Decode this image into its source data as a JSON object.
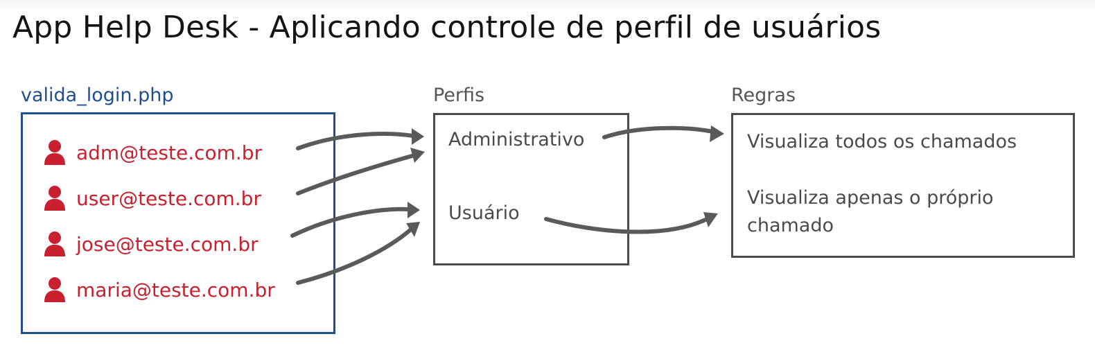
{
  "title": "App Help Desk - Aplicando controle de perfil de usuários",
  "sections": {
    "login_file": "valida_login.php",
    "profiles": "Perfis",
    "rules": "Regras"
  },
  "users": [
    {
      "email": "adm@teste.com.br",
      "icon": "user-icon"
    },
    {
      "email": "user@teste.com.br",
      "icon": "user-icon"
    },
    {
      "email": "jose@teste.com.br",
      "icon": "user-icon"
    },
    {
      "email": "maria@teste.com.br",
      "icon": "user-icon"
    }
  ],
  "profiles": [
    "Administrativo",
    "Usuário"
  ],
  "rules": [
    "Visualiza todos os chamados",
    "Visualiza apenas o próprio chamado"
  ],
  "connections": [
    {
      "from": "adm@teste.com.br",
      "to": "Administrativo"
    },
    {
      "from": "user@teste.com.br",
      "to": "Administrativo"
    },
    {
      "from": "jose@teste.com.br",
      "to": "Usuário"
    },
    {
      "from": "maria@teste.com.br",
      "to": "Usuário"
    },
    {
      "from": "Administrativo",
      "to": "Visualiza todos os chamados"
    },
    {
      "from": "Usuário",
      "to": "Visualiza apenas o próprio chamado"
    }
  ],
  "colors": {
    "user_text": "#c8202e",
    "login_box_border": "#1f4e8c",
    "box_border": "#4a4a4a",
    "arrow": "#5a5a5a"
  }
}
